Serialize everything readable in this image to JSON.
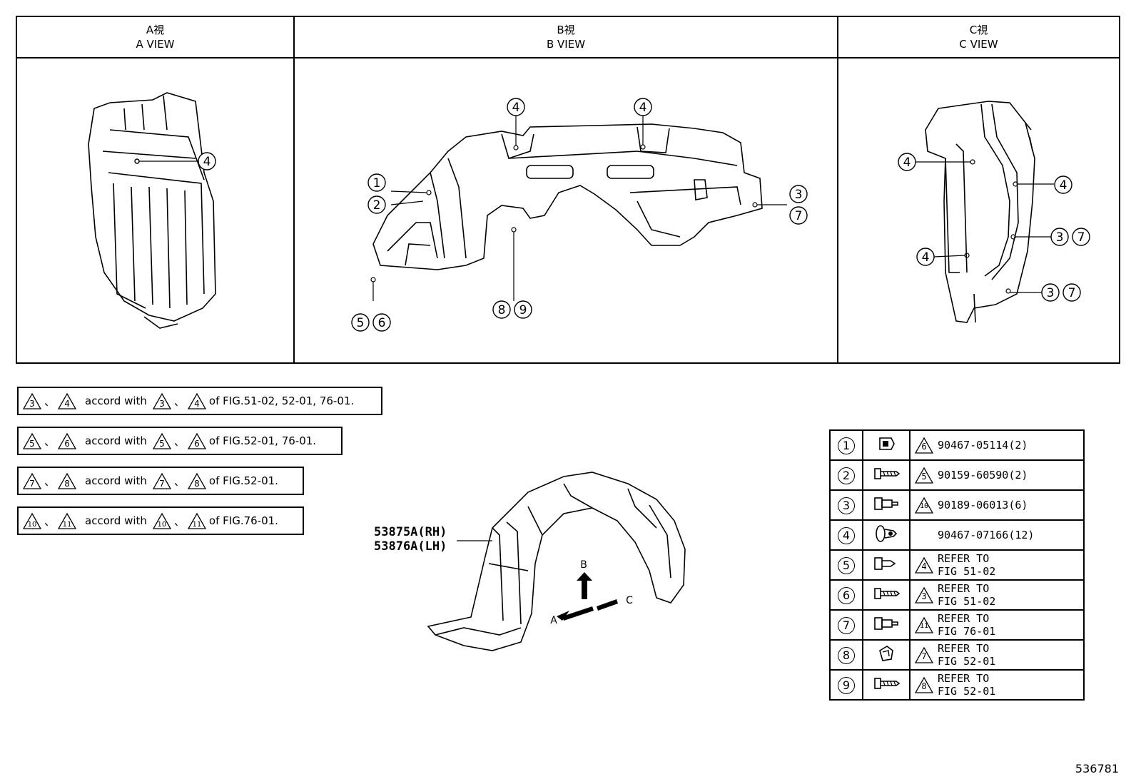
{
  "views": [
    {
      "jp": "A視",
      "en": "A VIEW"
    },
    {
      "jp": "B視",
      "en": "B VIEW"
    },
    {
      "jp": "C視",
      "en": "C VIEW"
    }
  ],
  "a_view_labels": [
    "4"
  ],
  "b_view_labels": [
    "4",
    "4",
    "1",
    "2",
    "3",
    "7",
    "8",
    "9",
    "5",
    "6"
  ],
  "c_view_labels": [
    "4",
    "4",
    "4",
    "3",
    "7",
    "3",
    "7"
  ],
  "notes": [
    {
      "a": "3",
      "b": "4",
      "accord": "accord with",
      "c": "3",
      "d": "4",
      "of": "of FIG.51-02, 52-01, 76-01."
    },
    {
      "a": "5",
      "b": "6",
      "accord": "accord with",
      "c": "5",
      "d": "6",
      "of": "of FIG.52-01, 76-01."
    },
    {
      "a": "7",
      "b": "8",
      "accord": "accord with",
      "c": "7",
      "d": "8",
      "of": "of FIG.52-01."
    },
    {
      "a": "10",
      "b": "11",
      "accord": "accord with",
      "c": "10",
      "d": "11",
      "of": "of FIG.76-01."
    }
  ],
  "separator": "、",
  "main_part": {
    "rh": "53875A(RH)",
    "lh": "53876A(LH)"
  },
  "arrows": {
    "a": "A",
    "b": "B",
    "c": "C"
  },
  "parts": [
    {
      "no": "1",
      "mark": "6",
      "line1": "90467-05114(2)",
      "line2": "",
      "icon": "clip-nut-icon"
    },
    {
      "no": "2",
      "mark": "5",
      "line1": "90159-60590(2)",
      "line2": "",
      "icon": "screw-icon"
    },
    {
      "no": "3",
      "mark": "10",
      "line1": "90189-06013(6)",
      "line2": "",
      "icon": "grommet-screw-icon"
    },
    {
      "no": "4",
      "mark": "",
      "line1": "90467-07166(12)",
      "line2": "",
      "icon": "push-clip-icon"
    },
    {
      "no": "5",
      "mark": "4",
      "line1": "REFER TO",
      "line2": "FIG 51-02",
      "icon": "clip-icon"
    },
    {
      "no": "6",
      "mark": "3",
      "line1": "REFER TO",
      "line2": "FIG 51-02",
      "icon": "screw-icon"
    },
    {
      "no": "7",
      "mark": "11",
      "line1": "REFER TO",
      "line2": "FIG 76-01",
      "icon": "grommet-screw-icon"
    },
    {
      "no": "8",
      "mark": "7",
      "line1": "REFER TO",
      "line2": "FIG 52-01",
      "icon": "nut-icon"
    },
    {
      "no": "9",
      "mark": "8",
      "line1": "REFER TO",
      "line2": "FIG 52-01",
      "icon": "screw-icon"
    }
  ],
  "figure_number": "536781"
}
